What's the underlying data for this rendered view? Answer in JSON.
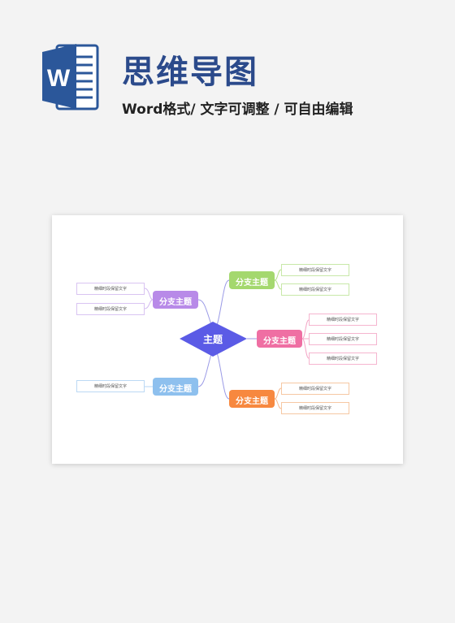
{
  "header": {
    "title": "思维导图",
    "subtitle": "Word格式/ 文字可调整 / 可自由编辑",
    "logo_icon": "word-icon",
    "logo_letter": "W"
  },
  "mindmap": {
    "center": {
      "label": "主题",
      "color": "#5b5be6"
    },
    "branches": {
      "top_right": {
        "label": "分支主题",
        "color": "#a4d86e",
        "border": "#c8e8a8",
        "leaves": [
          "精细时段保留文字",
          "精细时段保留文字"
        ]
      },
      "mid_right": {
        "label": "分支主题",
        "color": "#ef6fa3",
        "border": "#f5b5cf",
        "leaves": [
          "精细时段保留文字",
          "精细时段保留文字",
          "精细时段保留文字"
        ]
      },
      "bottom_right": {
        "label": "分支主题",
        "color": "#f7883f",
        "border": "#f6c8a3",
        "leaves": [
          "精细时段保留文字",
          "精细时段保留文字"
        ]
      },
      "top_left": {
        "label": "分支主题",
        "color": "#b88ae8",
        "border": "#d9c4f2",
        "leaves": [
          "精细时段保留文字",
          "精细时段保留文字"
        ]
      },
      "bottom_left": {
        "label": "分支主题",
        "color": "#8ec0ee",
        "border": "#bcd9f4",
        "leaves": [
          "精细时段保留文字"
        ]
      }
    }
  }
}
